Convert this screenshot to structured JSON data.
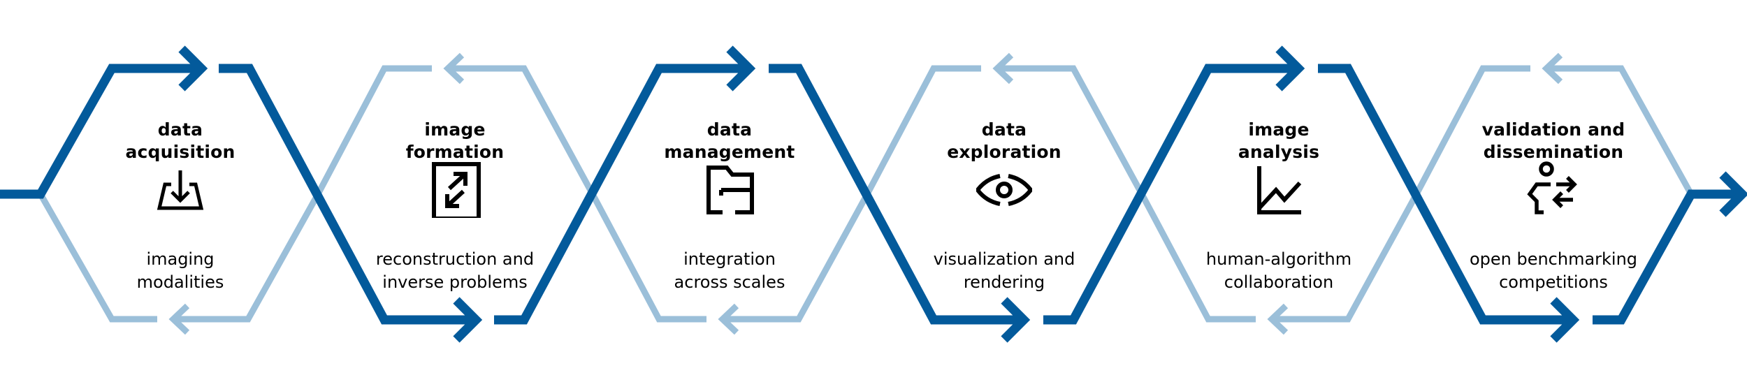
{
  "colors": {
    "primary_blue": "#035a9b",
    "light_blue": "#9bbfd9",
    "text": "#000000",
    "background": "#ffffff"
  },
  "stages": [
    {
      "title": "data acquisition",
      "title_lines": [
        "data",
        "acquisition"
      ],
      "subtitle_lines": [
        "imaging",
        "modalities"
      ],
      "icon": "tray-download-icon"
    },
    {
      "title": "image formation",
      "title_lines": [
        "image",
        "formation"
      ],
      "subtitle_lines": [
        "reconstruction and",
        "inverse problems"
      ],
      "icon": "frame-expand-arrows-icon"
    },
    {
      "title": "data management",
      "title_lines": [
        "data",
        "management"
      ],
      "subtitle_lines": [
        "integration",
        "across scales"
      ],
      "icon": "folder-icon"
    },
    {
      "title": "data exploration",
      "title_lines": [
        "data",
        "exploration"
      ],
      "subtitle_lines": [
        "visualization and",
        "rendering"
      ],
      "icon": "eye-icon"
    },
    {
      "title": "image analysis",
      "title_lines": [
        "image",
        "analysis"
      ],
      "subtitle_lines": [
        "human-algorithm",
        "collaboration"
      ],
      "icon": "line-chart-icon"
    },
    {
      "title": "validation and dissemination",
      "title_lines": [
        "validation and",
        "dissemination"
      ],
      "subtitle_lines": [
        "open benchmarking",
        "competitions"
      ],
      "icon": "person-exchange-icon"
    }
  ]
}
